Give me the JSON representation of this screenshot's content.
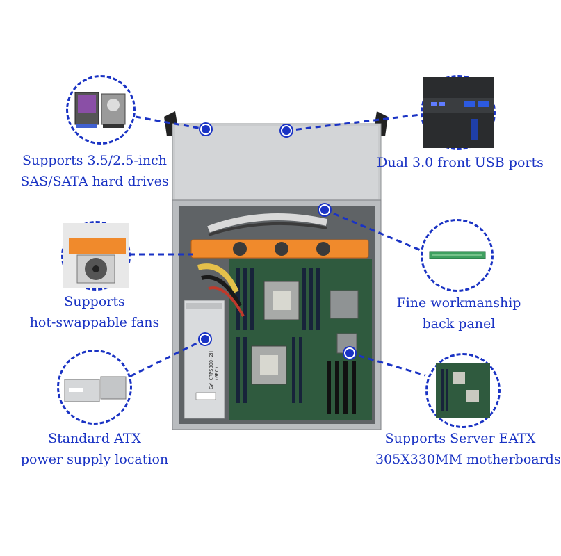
{
  "features": {
    "hard_drives": {
      "line1": "Supports 3.5/2.5-inch",
      "line2": "SAS/SATA hard drives"
    },
    "usb": {
      "line1": "Dual 3.0 front USB ports"
    },
    "fans": {
      "line1": "Supports",
      "line2": "hot-swappable fans"
    },
    "back_panel": {
      "line1": "Fine workmanship",
      "line2": "back panel"
    },
    "psu": {
      "line1": "Standard ATX",
      "line2": "power supply location"
    },
    "motherboard": {
      "line1": "Supports Server EATX",
      "line2": "305X330MM motherboards"
    }
  },
  "product": {
    "psu_label": "GW-CRPS800-2H",
    "psu_sublabel": "(GPC)"
  },
  "colors": {
    "accent": "#1a33c4",
    "fan_orange": "#f08a2c",
    "pcb_green": "#2f5a3e",
    "chassis_gray": "#c9cbcd"
  }
}
